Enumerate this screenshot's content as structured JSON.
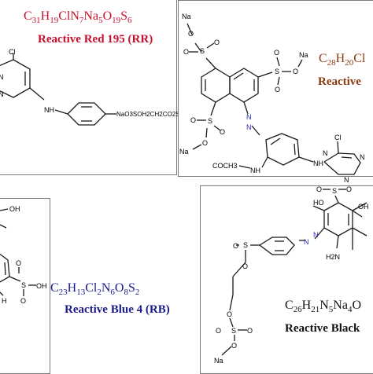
{
  "colors": {
    "rr": "#c8102e",
    "yellow": "#8b3a0f",
    "blue": "#1a1a8c",
    "black": "#111111",
    "bond": "#1a1a1a",
    "azo": "#2a2ab0"
  },
  "rr": {
    "formula": "C31H19ClN7Na5O19S6",
    "name": "Reactive Red 195 (RR)",
    "labels": {
      "cl": "Cl",
      "n1": "N",
      "n2": "N",
      "nh": "NH",
      "tail": "NaO3SOH2CH2CO2S"
    }
  },
  "yellow": {
    "formula": "C28H20Cl",
    "name": "Reactive",
    "labels": {
      "na_top": "Na",
      "o_top": "O",
      "s_top": "S",
      "o_top2": "O",
      "o_top3": "O",
      "o_mid1": "O",
      "s_mid": "S",
      "o_mid2": "O",
      "o_mid3": "O",
      "na_mid": "Na",
      "o_low1": "O",
      "s_low": "S",
      "o_low2": "O",
      "o_low3": "O",
      "na_low": "Na",
      "n_azo1": "N",
      "n_azo2": "N",
      "cl": "Cl",
      "n_t1": "N",
      "n_t2": "N",
      "n_t3": "N",
      "nh": "NH",
      "nh2": "NH",
      "coch3": "COCH3"
    }
  },
  "blue": {
    "formula": "C23H13Cl2N6O8S2",
    "name": "Reactive Blue 4 (RB)",
    "labels": {
      "oh_top": "OH",
      "o_side": "O",
      "s": "S",
      "oh_right": "OH",
      "o_low": "O",
      "h_low": "H"
    }
  },
  "black": {
    "formula": "C26H21N5Na4O",
    "name": "Reactive Black",
    "labels": {
      "ho": "HO",
      "s_top": "S",
      "o_top": "O",
      "o_top2": "O",
      "oh": "OH",
      "n1": "N",
      "n2": "N",
      "s_mid": "S",
      "o_mid1": "O",
      "o_mid2": "O",
      "h2n": "H2N",
      "o_low": "O",
      "s_low": "S",
      "o_low2": "O",
      "o_low3": "O",
      "o_low4": "O",
      "na": "Na"
    }
  }
}
